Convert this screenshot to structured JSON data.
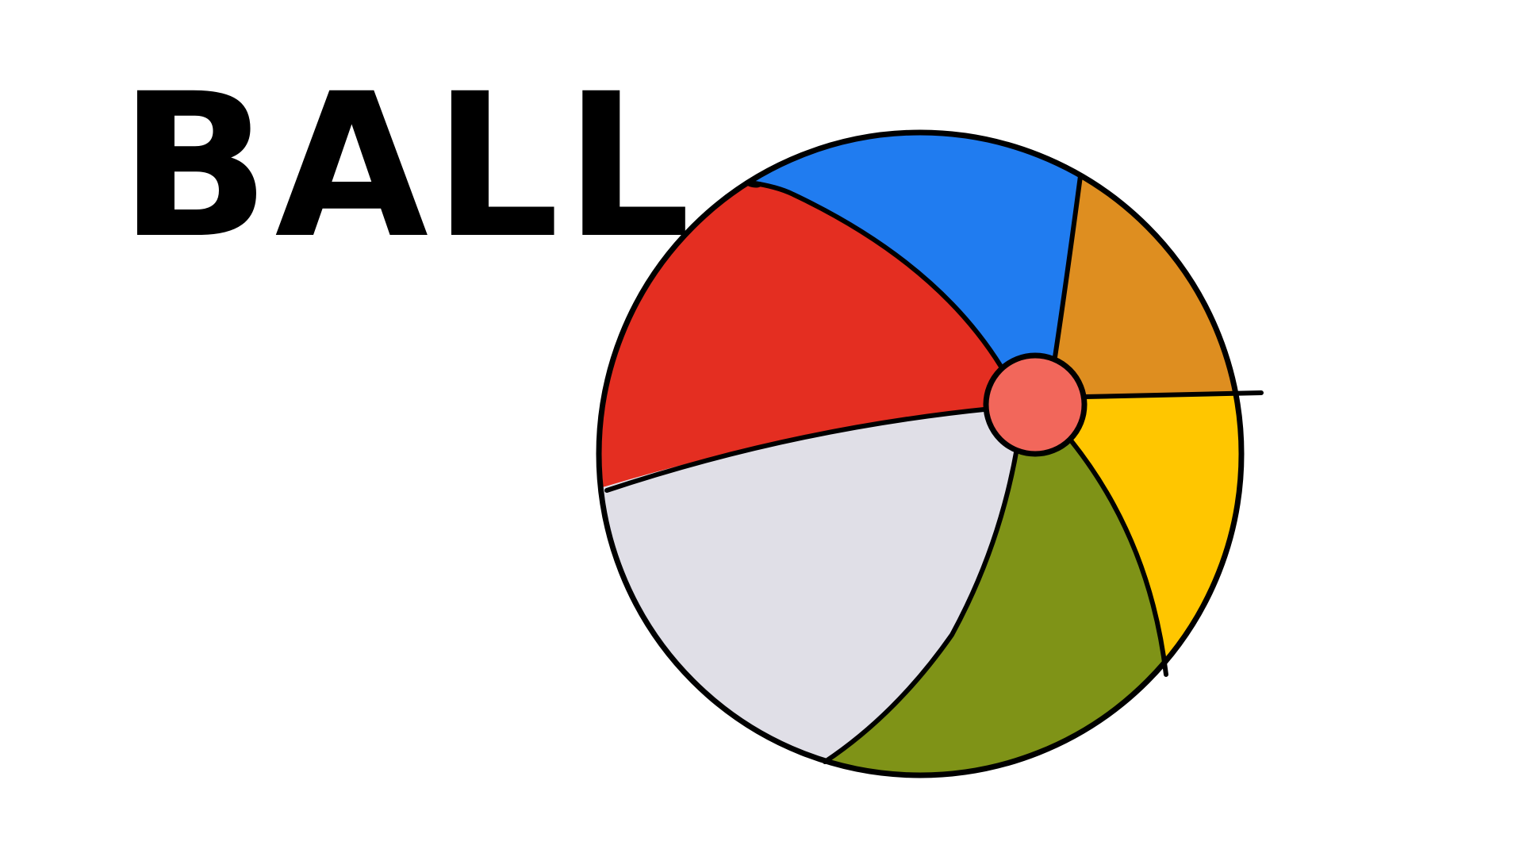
{
  "title": "BALL",
  "colors": {
    "background": "#ffffff",
    "outline": "#000000",
    "panel_blue": "#207cf0",
    "panel_orange": "#de8e20",
    "panel_yellow": "#ffc600",
    "panel_green": "#7f9317",
    "panel_grey": "#e0dfe7",
    "panel_red": "#e42e21",
    "center_cap": "#f2675b"
  },
  "illustration": {
    "icon": "beach-ball-icon",
    "panel_order": [
      "blue",
      "orange",
      "yellow",
      "green",
      "grey",
      "red"
    ]
  }
}
